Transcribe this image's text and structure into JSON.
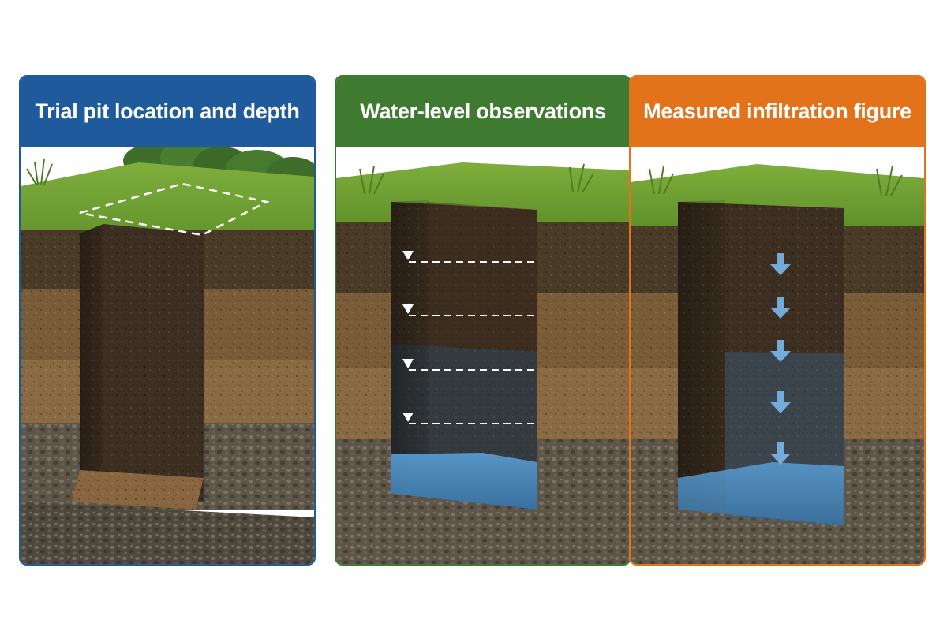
{
  "panels": [
    {
      "title": "Trial pit location and depth",
      "accent_color": "#1f5b9c",
      "illustration": "trial-pit-cross-section"
    },
    {
      "title": "Water-level observations",
      "accent_color": "#3f7a31",
      "illustration": "water-level-cross-section"
    },
    {
      "title": "Measured infiltration figure",
      "accent_color": "#e3731b",
      "illustration": "infiltration-cross-section"
    }
  ],
  "colors": {
    "grass": "#6a9a32",
    "topsoil": "#4a3a28",
    "subsoil": "#8a6a42",
    "gravel": "#5d5548",
    "water": "#4f8fc4"
  }
}
